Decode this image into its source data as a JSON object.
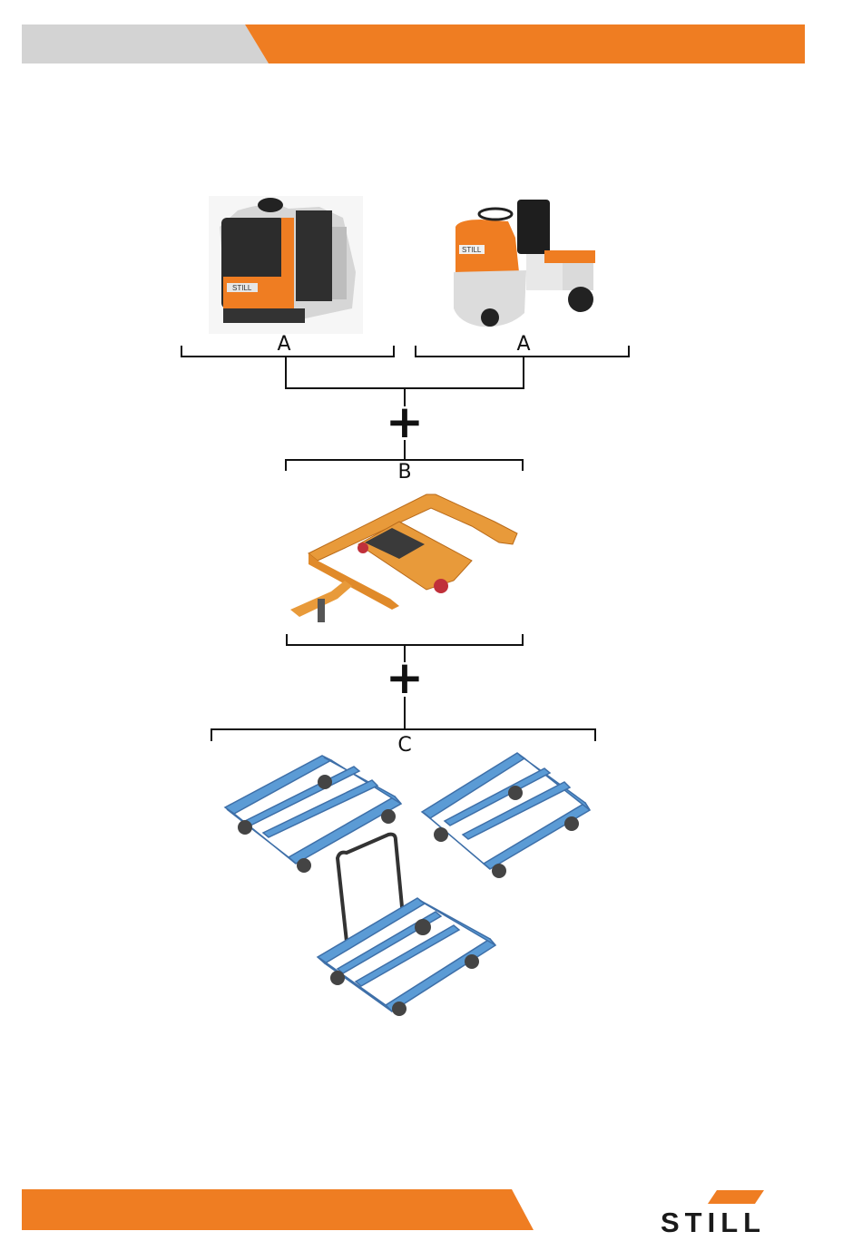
{
  "labels": {
    "a_left": "A",
    "a_right": "A",
    "b": "B",
    "c": "C"
  },
  "plus_signs": [
    "+",
    "+"
  ],
  "logo": {
    "text": "STILL"
  },
  "colors": {
    "orange": "#ef7d22",
    "grey_band": "#d3d3d3",
    "cart_blue": "#5b9bd5",
    "frame_orange": "#e89a3a",
    "dark": "#222222"
  },
  "icons": [
    "tow-tractor-standing-icon",
    "tow-tractor-seated-icon",
    "tugger-frame-icon",
    "transport-cart-icon",
    "transport-cart-handle-icon",
    "still-logo"
  ]
}
